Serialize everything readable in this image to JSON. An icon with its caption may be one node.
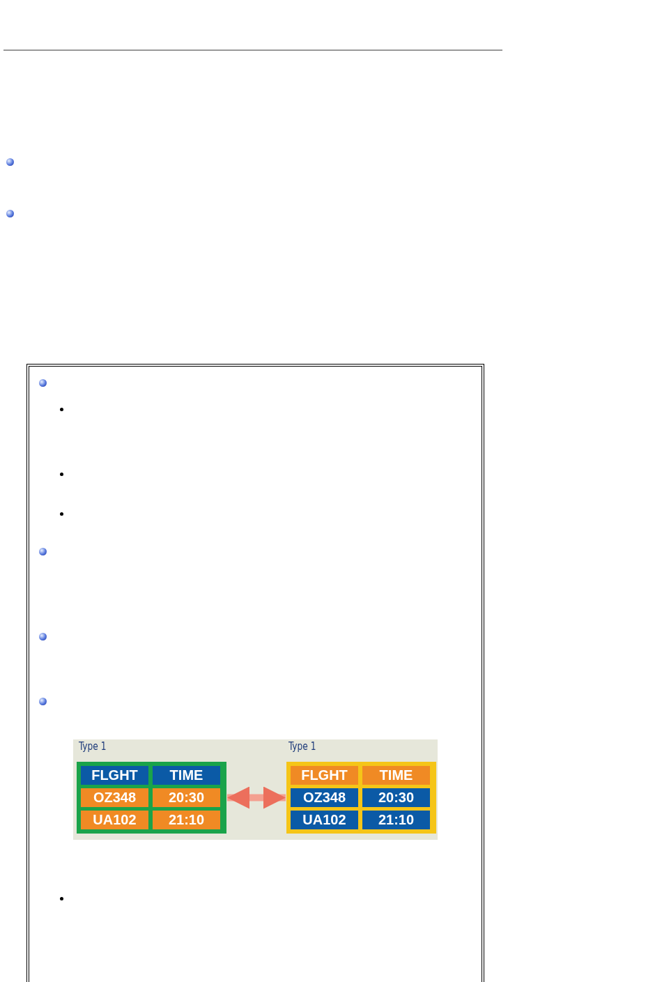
{
  "diagram": {
    "nodes": [
      {
        "text": [
          "Type 1"
        ]
      },
      {
        "text": [
          "FLGHT"
        ],
        "in": 0
      },
      {
        "text": [
          "TIME"
        ],
        "in": 0
      },
      {
        "text": [
          "OZ348"
        ],
        "in": 0
      },
      {
        "text": [
          "20:30"
        ],
        "in": 0
      },
      {
        "text": [
          "UA102"
        ],
        "in": 0
      },
      {
        "text": [
          "21:10"
        ],
        "in": 0
      },
      {
        "text": [
          "Type 1"
        ]
      },
      {
        "text": [
          "FLGHT"
        ],
        "in": 7
      },
      {
        "text": [
          "TIME"
        ],
        "in": 7
      },
      {
        "text": [
          "OZ348"
        ],
        "in": 7
      },
      {
        "text": [
          "20:30"
        ],
        "in": 7
      },
      {
        "text": [
          "UA102"
        ],
        "in": 7
      },
      {
        "text": [
          "21:10"
        ],
        "in": 7
      }
    ],
    "edges": [
      {
        "from": 0,
        "to": 7,
        "arrow": "both"
      }
    ]
  }
}
